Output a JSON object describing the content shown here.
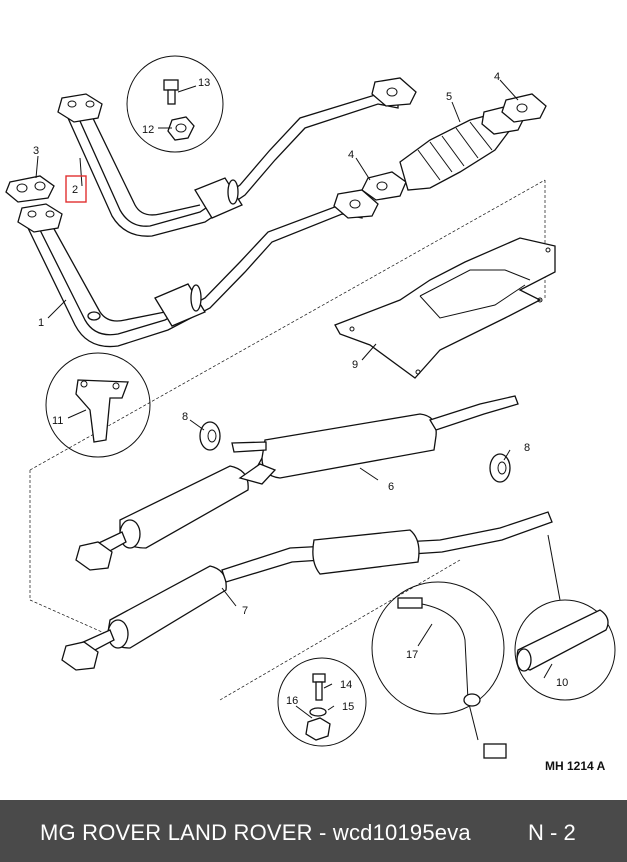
{
  "diagram": {
    "callouts": {
      "c1": "1",
      "c2": "2",
      "c3": "3",
      "c4a": "4",
      "c4b": "4",
      "c5": "5",
      "c6": "6",
      "c7": "7",
      "c8a": "8",
      "c8b": "8",
      "c9": "9",
      "c10": "10",
      "c11": "11",
      "c12": "12",
      "c13": "13",
      "c14": "14",
      "c15": "15",
      "c16": "16",
      "c17": "17"
    },
    "drawing_code": "MH 1214 A",
    "highlight_color": "#e03030"
  },
  "footer": {
    "text": "MG ROVER LAND ROVER - wcd10195eva",
    "page": "N - 2",
    "background": "#4a4a4a",
    "text_color": "#ffffff"
  }
}
